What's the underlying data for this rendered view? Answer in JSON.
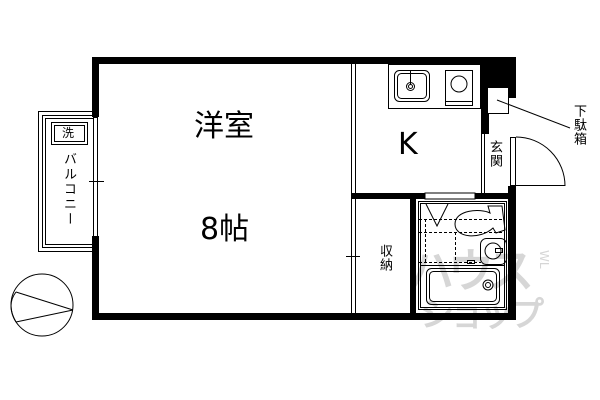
{
  "floorplan": {
    "rooms": {
      "western_room": {
        "name": "洋室",
        "size": "8帖"
      },
      "kitchen": {
        "name": "K"
      },
      "entrance": {
        "name": "玄関"
      },
      "storage": {
        "name": "収納"
      },
      "balcony": {
        "name": "バルコニー"
      },
      "washer": {
        "name": "洗"
      },
      "shoe_box": {
        "name": "下駄箱"
      }
    },
    "watermark": {
      "line1": "ハウス",
      "line2": "ショップ",
      "mark": "WL"
    },
    "colors": {
      "wall": "#000000",
      "background": "#ffffff",
      "watermark": "#d6d6d6"
    }
  }
}
